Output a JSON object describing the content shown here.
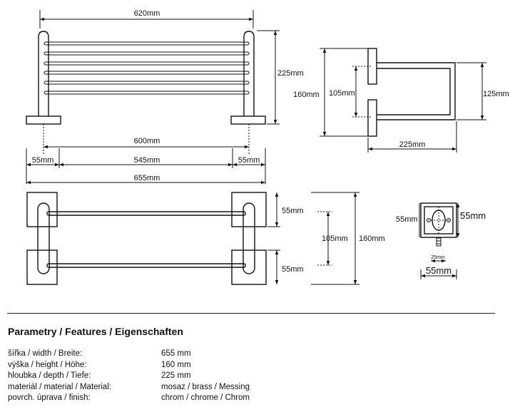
{
  "drawing": {
    "front_view": {
      "overall_width": "620mm",
      "height": "225mm",
      "mount_spacing": "600mm",
      "left_offset": "55mm",
      "between_mounts": "545mm",
      "right_offset": "55mm",
      "total_width": "655mm"
    },
    "side_view": {
      "total_height": "160mm",
      "mount_spacing": "105mm",
      "bar_height": "125mm",
      "depth": "225mm"
    },
    "top_view": {
      "plate_top": "55mm",
      "plate_spacing": "105mm",
      "total_height": "160mm",
      "plate_bottom": "55mm"
    },
    "mount_detail": {
      "height_left": "55mm",
      "height_right": "55mm",
      "screw": "25mm",
      "width": "55mm"
    }
  },
  "parameters": {
    "title": "Parametry / Features / Eigenschaften",
    "rows": [
      {
        "label": "šířka / width / Breite:",
        "value": "655 mm"
      },
      {
        "label": "výška / height / Höhe:",
        "value": "160 mm"
      },
      {
        "label": "hloubka / depth / Tiefe:",
        "value": "225 mm"
      },
      {
        "label": "materiál / material / Material:",
        "value": "mosaz / brass / Messing"
      },
      {
        "label": "povrch. úprava / finish:",
        "value": "chrom / chrome / Chrom"
      }
    ]
  }
}
